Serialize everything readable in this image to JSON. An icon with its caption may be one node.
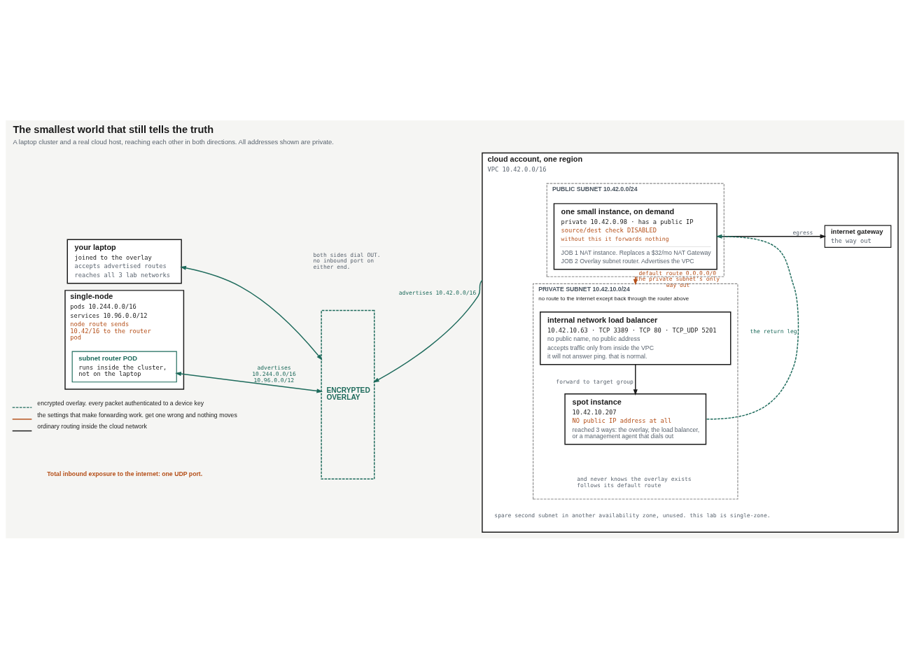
{
  "diagram": {
    "title": "The smallest world that still tells the truth",
    "caption": "A laptop cluster and a real cloud host, reaching each other in both directions. All addresses shown are private.",
    "nodes": [
      {
        "text": [
          "your laptop",
          "joined to the overlay",
          "accepts advertised routes",
          "reaches all 3 lab networks"
        ]
      },
      {
        "text": [
          "single-node",
          "pods 10.244.0.0/16",
          "services 10.96.0.0/12",
          "node route sends 10.42/16 to the router pod"
        ]
      },
      {
        "text": [
          "subnet router POD",
          "runs inside the cluster, not on the laptop"
        ],
        "in": 1
      },
      {
        "text": [
          "ENCRYPTED OVERLAY"
        ]
      },
      {
        "text": [
          "cloud account, one region",
          "VPC 10.42.0.0/16"
        ]
      },
      {
        "text": [
          "internet gateway",
          "the way out"
        ],
        "in": 4
      },
      {
        "text": [
          "PUBLIC SUBNET 10.42.0.0/24"
        ],
        "in": 4
      },
      {
        "text": [
          "one small instance, on demand",
          "private 10.42.0.98 · has a public IP",
          "source/dest check DISABLED",
          "without this it forwards nothing",
          "JOB 1 NAT instance. Replaces a $32/mo NAT Gateway",
          "JOB 2 Overlay subnet router. Advertises the VPC"
        ],
        "in": 6
      },
      {
        "text": [
          "PRIVATE SUBNET 10.42.10.0/24",
          "no route to the internet except back through the router above"
        ],
        "in": 4
      },
      {
        "text": [
          "internal network load balancer",
          "10.42.10.63 · TCP 3389 · TCP 80 · TCP_UDP 5201",
          "no public name, no public address",
          "accepts traffic only from inside the VPC",
          "it will not answer ping. that is normal."
        ],
        "in": 8
      },
      {
        "text": [
          "spot instance",
          "10.42.10.207",
          "NO public IP address at all",
          "reached 3 ways: the overlay, the load balancer, or a management agent that dials out"
        ],
        "in": 8
      }
    ],
    "edges": [
      {
        "from": 0,
        "to": 3,
        "arrow": "both"
      },
      {
        "from": 2,
        "to": 3,
        "arrow": "both",
        "label": "advertises 10.244.0.0/16 10.96.0.0/12"
      },
      {
        "from": 4,
        "to": 3,
        "arrow": "to",
        "label": "advertises 10.42.0.0/16"
      },
      {
        "from": 7,
        "to": 5,
        "arrow": "to",
        "label": "egress",
        "color": "#1a1a1a"
      },
      {
        "from": 6,
        "to": 8,
        "arrow": "to",
        "label": "default route 0.0.0.0/0 the private subnet's only way out",
        "color": "#b5501a"
      },
      {
        "from": 9,
        "to": 10,
        "arrow": "to",
        "label": "forward to target group",
        "color": "#1a1a1a"
      },
      {
        "from": 10,
        "to": 7,
        "arrow": "to",
        "label": "the return leg",
        "style": "dashed"
      }
    ],
    "labels": [
      "both sides dial OUT. no inbound port on either end.",
      "and never knows the overlay exists follows its default route",
      "spare second subnet in another availability zone, unused. this lab is single-zone.",
      "Total inbound exposure to the internet: one UDP port."
    ],
    "legend": [
      {
        "text": "encrypted overlay. every packet authenticated to a device key"
      },
      {
        "text": "the settings that make forwarding work. get one wrong and nothing moves"
      },
      {
        "text": "ordinary routing inside the cloud network"
      }
    ]
  }
}
